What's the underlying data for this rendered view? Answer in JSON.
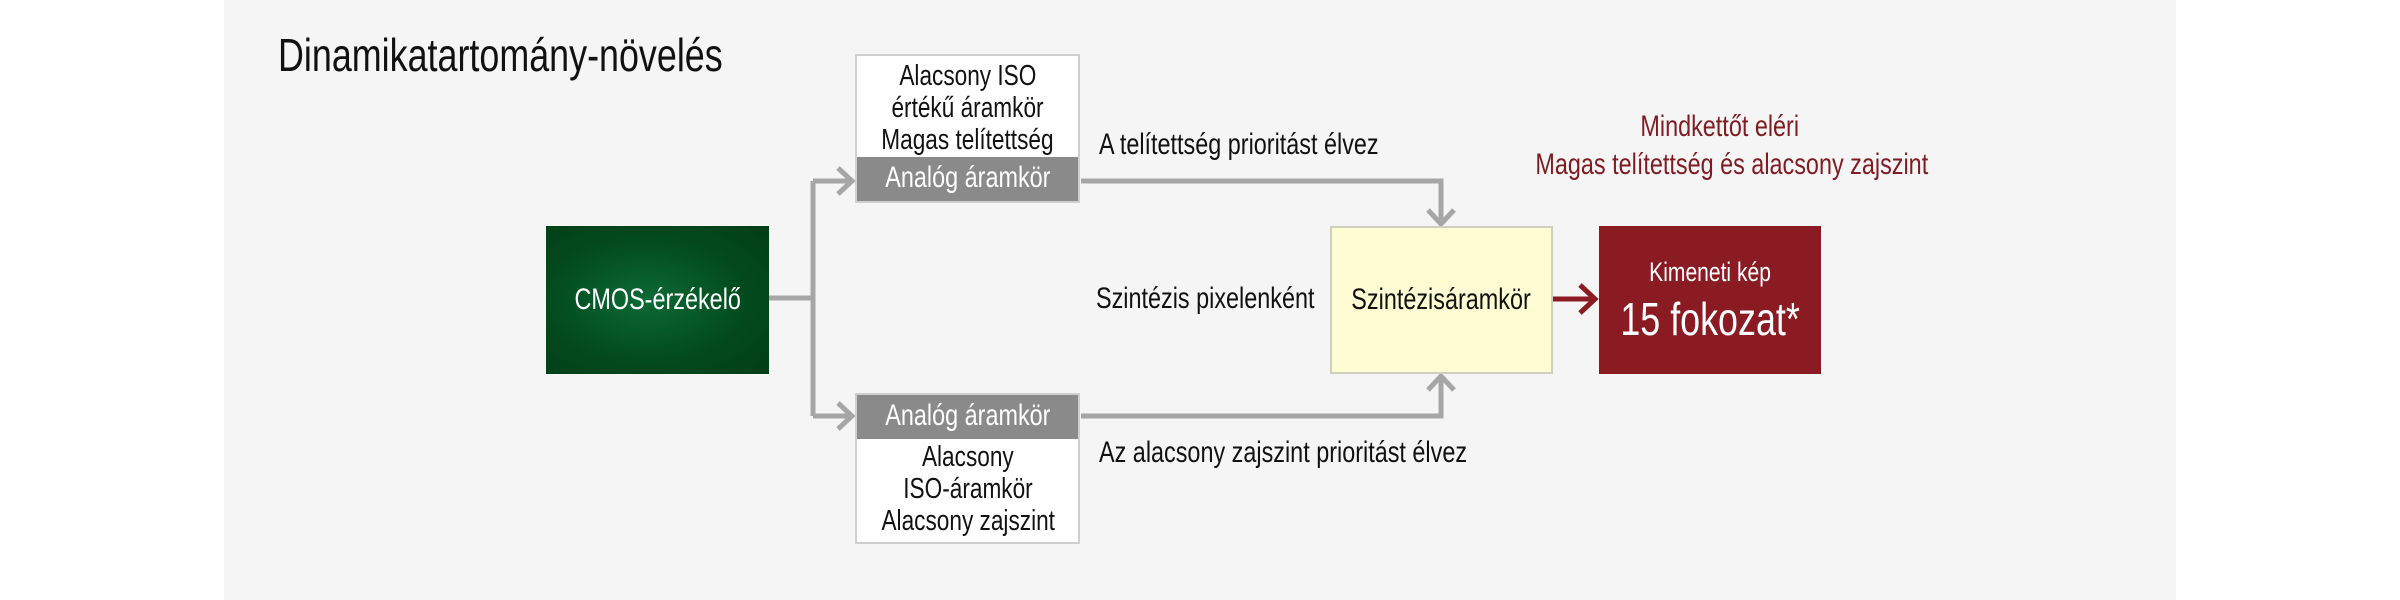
{
  "title": "Dinamikatartomány-növelés",
  "sensor": {
    "label": "CMOS-érzékelő",
    "color": "#02491c"
  },
  "top_circuit": {
    "spec_lines": [
      "Alacsony ISO",
      "értékű áramkör",
      "Magas telítettség"
    ],
    "bar_label": "Analóg áramkör",
    "path_label": "A telítettség prioritást élvez"
  },
  "bottom_circuit": {
    "bar_label": "Analóg áramkör",
    "spec_lines": [
      "Alacsony",
      "ISO-áramkör",
      "Alacsony zajszint"
    ],
    "path_label": "Az alacsony zajszint prioritást élvez"
  },
  "synthesis": {
    "side_label": "Szintézis pixelenként",
    "label": "Szintézisáramkör",
    "color": "#fffbd2"
  },
  "output": {
    "caption": "Kimeneti kép",
    "value": "15 fokozat*",
    "color": "#8a1b22"
  },
  "result_note": {
    "lines": [
      "Mindkettőt eléri",
      "Magas telítettség és alacsony zajszint"
    ],
    "color": "#7e1c22"
  },
  "colors": {
    "connector": "#a6a6a6",
    "panel_bg": "#f5f5f5",
    "bar_gray": "#8a8a8a"
  }
}
